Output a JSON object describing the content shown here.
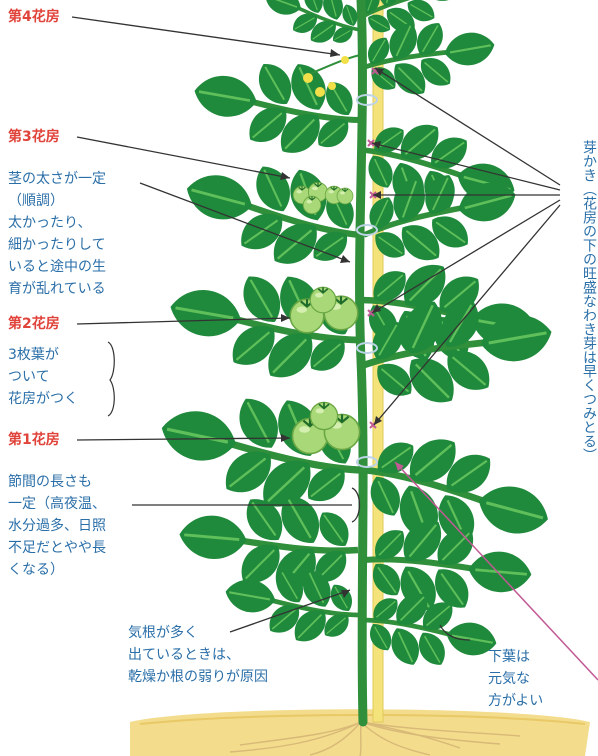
{
  "labels": {
    "flower4": "第4花房",
    "flower3": "第3花房",
    "flower2": "第2花房",
    "flower1": "第1花房",
    "stem_thickness": "茎の太さが一定\n（順調）\n太かったり、\n細かったりして\nいると途中の生\n育が乱れている",
    "three_leaves": "3枚葉が\nついて\n花房がつく",
    "internode": "節間の長さも\n一定（高夜温、\n水分過多、日照\n不足だとやや長\nくなる）",
    "aerial_roots": "気根が多く\n出ているときは、\n乾燥か根の弱りが原因",
    "lower_leaves": "下葉は\n元気な\n方がよい",
    "side_shoots": "芽かき（花房の下の旺盛なわき芽は早くつみとる）"
  },
  "colors": {
    "stem": "#2f8f3a",
    "leaf": "#1f8a3b",
    "leaf_vein": "#5fbf5a",
    "fruit": "#a8d878",
    "pole": "#f4e27a",
    "soil": "#f3dc8c",
    "label_red": "#e0433a",
    "label_blue": "#2b6fa8",
    "pointer_pink": "#c25a95"
  }
}
